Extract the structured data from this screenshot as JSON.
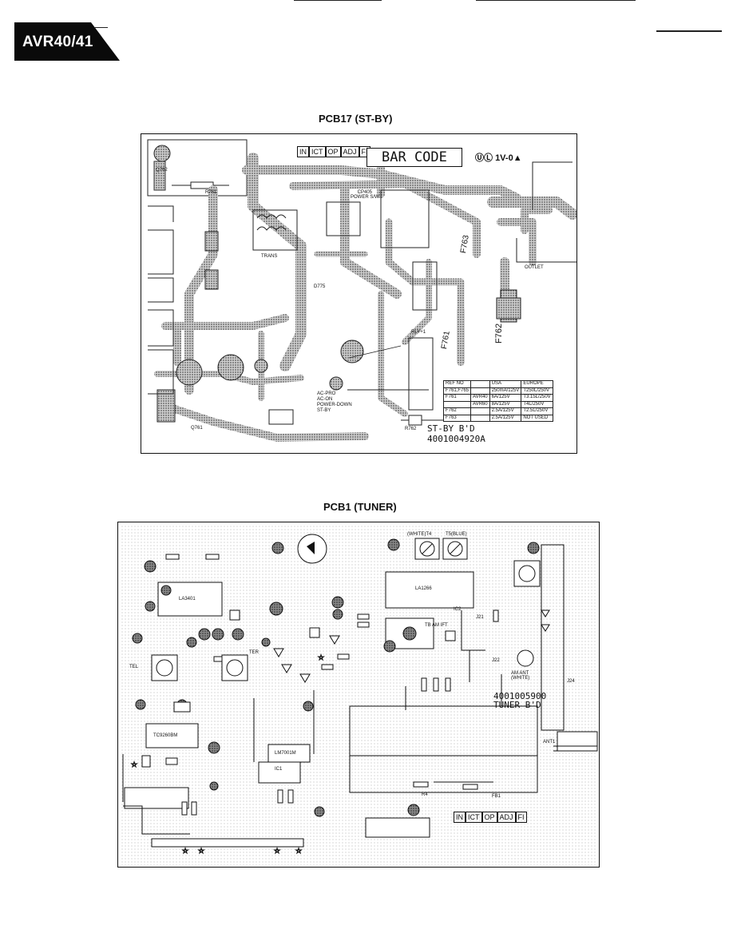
{
  "header": {
    "model": "AVR40/41"
  },
  "pcb17": {
    "title": "PCB17 (ST-BY)",
    "inspection_cells": [
      "IN",
      "ICT",
      "OP",
      "ADJ",
      "FI"
    ],
    "bar_code": "BAR CODE",
    "rating": "1V-0▲",
    "board_name": "ST-BY B'D",
    "board_number": "4001004920A",
    "labels": {
      "power_sw": "CP405\nPOWER S/W",
      "trans": "TRANS",
      "outlet": "OUTLET",
      "f763": "F763",
      "f762": "F762",
      "f761": "F761",
      "r761": "R761",
      "q762": "Q762",
      "q761": "Q761",
      "rly": "RLY+1",
      "d775": "D775",
      "r762": "R762",
      "control": "AC-PRO\nAC-ON\nPOWER-DOWN\nST-BY"
    },
    "ref_table": {
      "headers": [
        "REF NO",
        "",
        "USA",
        "EUROPE"
      ],
      "rows": [
        [
          "F761,F765",
          "",
          "250mA/125V",
          "T250L/250V"
        ],
        [
          "F761",
          "AVR40",
          "6A/125V",
          "T3.15L/250V"
        ],
        [
          "",
          "AVR60",
          "8A/125V",
          "T4L/250V"
        ],
        [
          "F762",
          "",
          "2.5A/125V",
          "T2.5L/250V"
        ],
        [
          "F763",
          "",
          "2.5A/125V",
          "NOT USED"
        ]
      ]
    }
  },
  "pcb1": {
    "title": "PCB1 (TUNER)",
    "inspection_cells": [
      "IN",
      "ICT",
      "OP",
      "ADJ",
      "FI"
    ],
    "board_number": "4001005900",
    "board_name": "TUNER B'D",
    "labels": {
      "la3401": "LA3401",
      "la1266": "LA1266",
      "tb_am_ift": "TB AM IFT",
      "white": "(WHITE)T4",
      "blue": "T5(BLUE)",
      "lm7001m": "LM7001M",
      "tc9260": "TC9260BM",
      "am_ant": "AM ANT\n(WHITE)",
      "j24": "J24",
      "j21": "J21",
      "j22": "J22",
      "tel": "TEL",
      "ter": "TER",
      "fb1": "FB1",
      "ic1": "IC1",
      "ic2": "IC2",
      "r4": "R4",
      "ant1": "ANT1"
    }
  }
}
